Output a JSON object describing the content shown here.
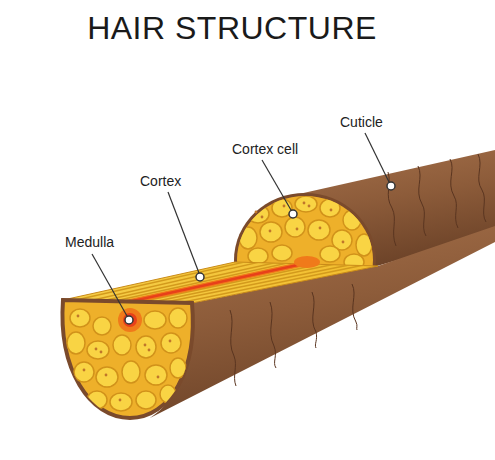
{
  "diagram": {
    "title": "HAIR STRUCTURE",
    "labels": [
      "Medulla",
      "Cortex",
      "Cortex cell",
      "Cuticle"
    ]
  }
}
